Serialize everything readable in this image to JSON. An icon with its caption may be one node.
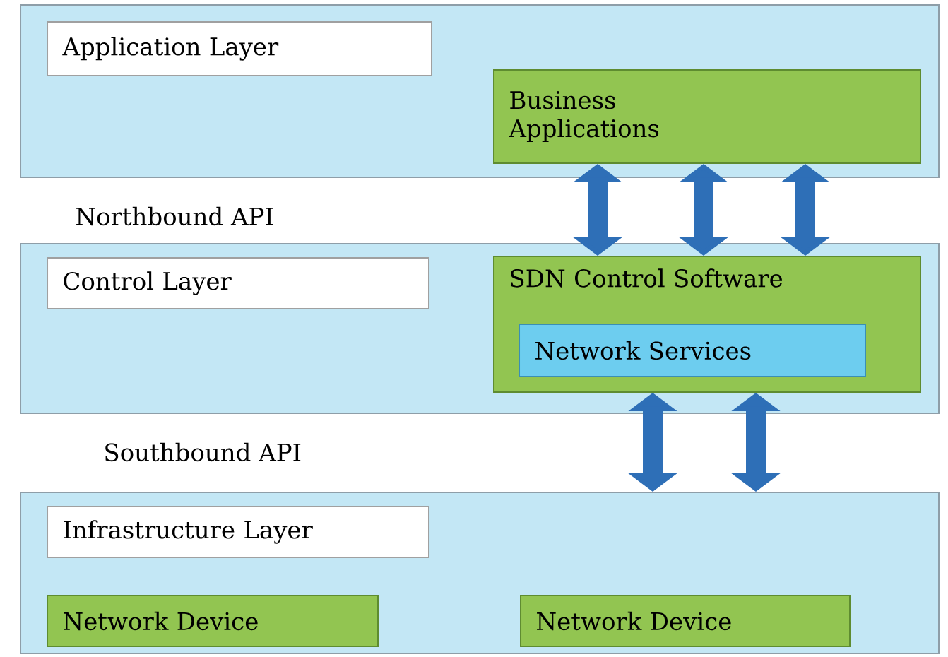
{
  "diagram": {
    "nodes": [
      {
        "text": [],
        "shape": "box"
      },
      {
        "text": [
          "Application Layer"
        ],
        "in": 0
      },
      {
        "text": [
          "Business Applications"
        ],
        "in": 0
      },
      {
        "text": [],
        "shape": "box"
      },
      {
        "text": [
          "Control Layer"
        ],
        "in": 3
      },
      {
        "text": [
          "SDN Control Software"
        ],
        "in": 3
      },
      {
        "text": [
          "Network Services"
        ],
        "in": 5
      },
      {
        "text": [],
        "shape": "box"
      },
      {
        "text": [
          "Infrastructure Layer"
        ],
        "in": 7
      },
      {
        "text": [
          "Network Device"
        ],
        "in": 7
      },
      {
        "text": [
          "Network Device"
        ],
        "in": 7
      }
    ],
    "edges": [
      {
        "from": 2,
        "to": 5,
        "arrow": "both"
      },
      {
        "from": 2,
        "to": 5,
        "arrow": "both"
      },
      {
        "from": 2,
        "to": 5,
        "arrow": "both"
      },
      {
        "from": 5,
        "to": 7,
        "arrow": "both"
      },
      {
        "from": 5,
        "to": 7,
        "arrow": "both"
      }
    ],
    "labels": [
      "Northbound API",
      "Southbound API"
    ]
  }
}
